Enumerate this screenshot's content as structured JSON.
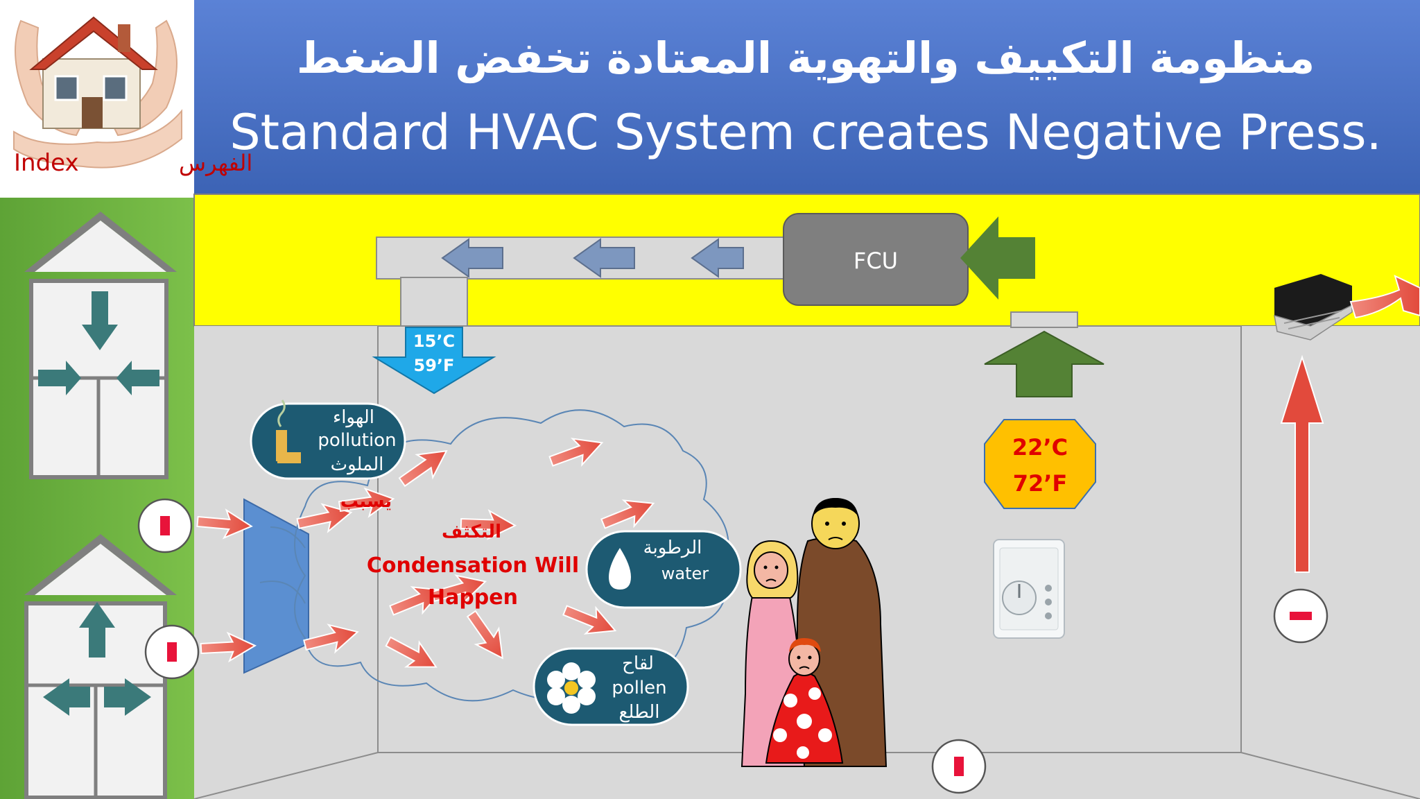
{
  "header": {
    "title_ar": "منظومة التكييف والتهوية المعتادة تخفض الضغط",
    "title_en": "Standard HVAC System creates Negative Press."
  },
  "index_link": {
    "label_en": "Index",
    "label_ar": "الفهرس"
  },
  "fcu": {
    "label": "FCU"
  },
  "supply_temp": {
    "c": "15’C",
    "f": "59’F"
  },
  "room_temp": {
    "c": "22’C",
    "f": "72’F"
  },
  "condensation": {
    "ar_line1": "يسبب",
    "ar_line2": "التكثف",
    "en_line1": "Condensation Will",
    "en_line2": "Happen"
  },
  "badges": {
    "pollution": {
      "ar_top": "الهواء",
      "en": "pollution",
      "ar_bottom": "الملوث"
    },
    "water": {
      "ar": "الرطوبة",
      "en": "water"
    },
    "pollen": {
      "ar_top": "لقاح",
      "en": "pollen",
      "ar_bottom": "الطلع"
    }
  },
  "colors": {
    "header_blue": "#4a72c4",
    "ceiling_yellow": "#ffff00",
    "wall_grey": "#d9d9d9",
    "side_green": "#6aaa3a",
    "fcu_grey": "#7f7f7f",
    "arrow_red": "#e8544a",
    "duct_arrow": "#7d97bf",
    "return_green": "#548235",
    "supply_blue": "#1fa8e8",
    "temp_orange": "#ffc000",
    "badge_teal": "#1d5a72",
    "text_red": "#e00000"
  }
}
